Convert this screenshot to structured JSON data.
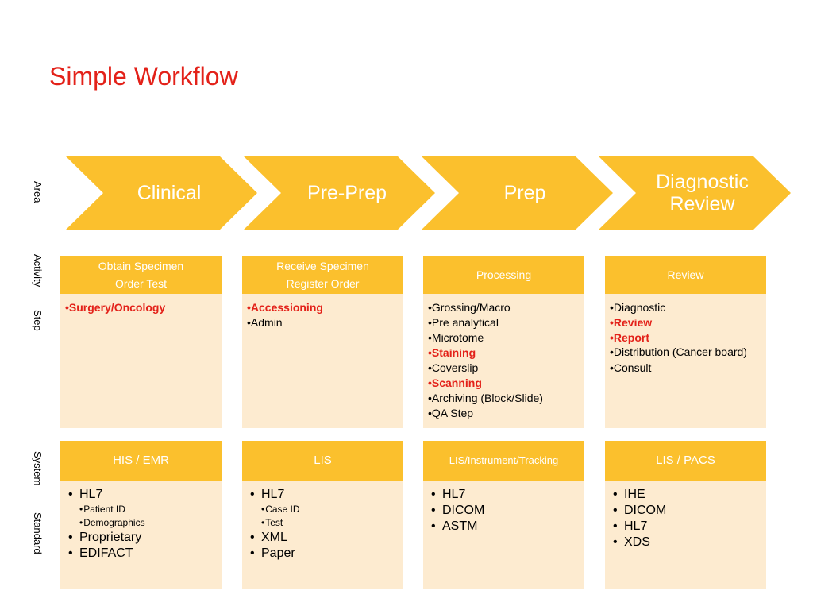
{
  "title": "Simple Workflow",
  "row_labels": {
    "area": "Area",
    "activity_1": "Activity",
    "activity_2": "Step",
    "system_1": "System",
    "system_2": "Standard"
  },
  "areas": [
    "Clinical",
    "Pre-Prep",
    "Prep",
    "Diagnostic Review"
  ],
  "activities": [
    {
      "heading": [
        "Obtain Specimen",
        "Order Test"
      ],
      "items": [
        {
          "text": "•Surgery/Oncology",
          "highlight": true
        }
      ]
    },
    {
      "heading": [
        "Receive Specimen",
        "Register Order"
      ],
      "items": [
        {
          "text": "•Accessioning",
          "highlight": true
        },
        {
          "text": "•Admin",
          "highlight": false
        }
      ]
    },
    {
      "heading": [
        "Processing"
      ],
      "items": [
        {
          "text": "•Grossing/Macro",
          "highlight": false
        },
        {
          "text": "•Pre analytical",
          "highlight": false
        },
        {
          "text": "•Microtome",
          "highlight": false
        },
        {
          "text": "•Staining",
          "highlight": true
        },
        {
          "text": "•Coverslip",
          "highlight": false
        },
        {
          "text": "•Scanning",
          "highlight": true
        },
        {
          "text": "•Archiving (Block/Slide)",
          "highlight": false
        },
        {
          "text": "•QA Step",
          "highlight": false
        }
      ]
    },
    {
      "heading": [
        "Review"
      ],
      "items": [
        {
          "text": "•Diagnostic",
          "highlight": false
        },
        {
          "text": "•Review",
          "highlight": true
        },
        {
          "text": "•Report",
          "highlight": true
        },
        {
          "text": "•Distribution (Cancer board)",
          "highlight": false
        },
        {
          "text": "•Consult",
          "highlight": false
        }
      ]
    }
  ],
  "systems": [
    {
      "heading": "HIS / EMR",
      "items": [
        {
          "text": "HL7",
          "level": 1
        },
        {
          "text": "Patient ID",
          "level": 2
        },
        {
          "text": "Demographics",
          "level": 2
        },
        {
          "text": "Proprietary",
          "level": 1
        },
        {
          "text": "EDIFACT",
          "level": 1
        }
      ]
    },
    {
      "heading": "LIS",
      "items": [
        {
          "text": "HL7",
          "level": 1
        },
        {
          "text": "Case ID",
          "level": 2
        },
        {
          "text": "Test",
          "level": 2
        },
        {
          "text": "XML",
          "level": 1
        },
        {
          "text": "Paper",
          "level": 1
        }
      ]
    },
    {
      "heading": "LIS/Instrument/Tracking",
      "items": [
        {
          "text": "HL7",
          "level": 1
        },
        {
          "text": "DICOM",
          "level": 1
        },
        {
          "text": "ASTM",
          "level": 1
        }
      ]
    },
    {
      "heading": "LIS / PACS",
      "items": [
        {
          "text": "IHE",
          "level": 1
        },
        {
          "text": "DICOM",
          "level": 1
        },
        {
          "text": "HL7",
          "level": 1
        },
        {
          "text": "XDS",
          "level": 1
        }
      ]
    }
  ],
  "colors": {
    "accent_red": "#e32119",
    "chevron_yellow": "#fbc02d",
    "box_fill": "#fdebd0",
    "text_white": "#ffffff"
  }
}
